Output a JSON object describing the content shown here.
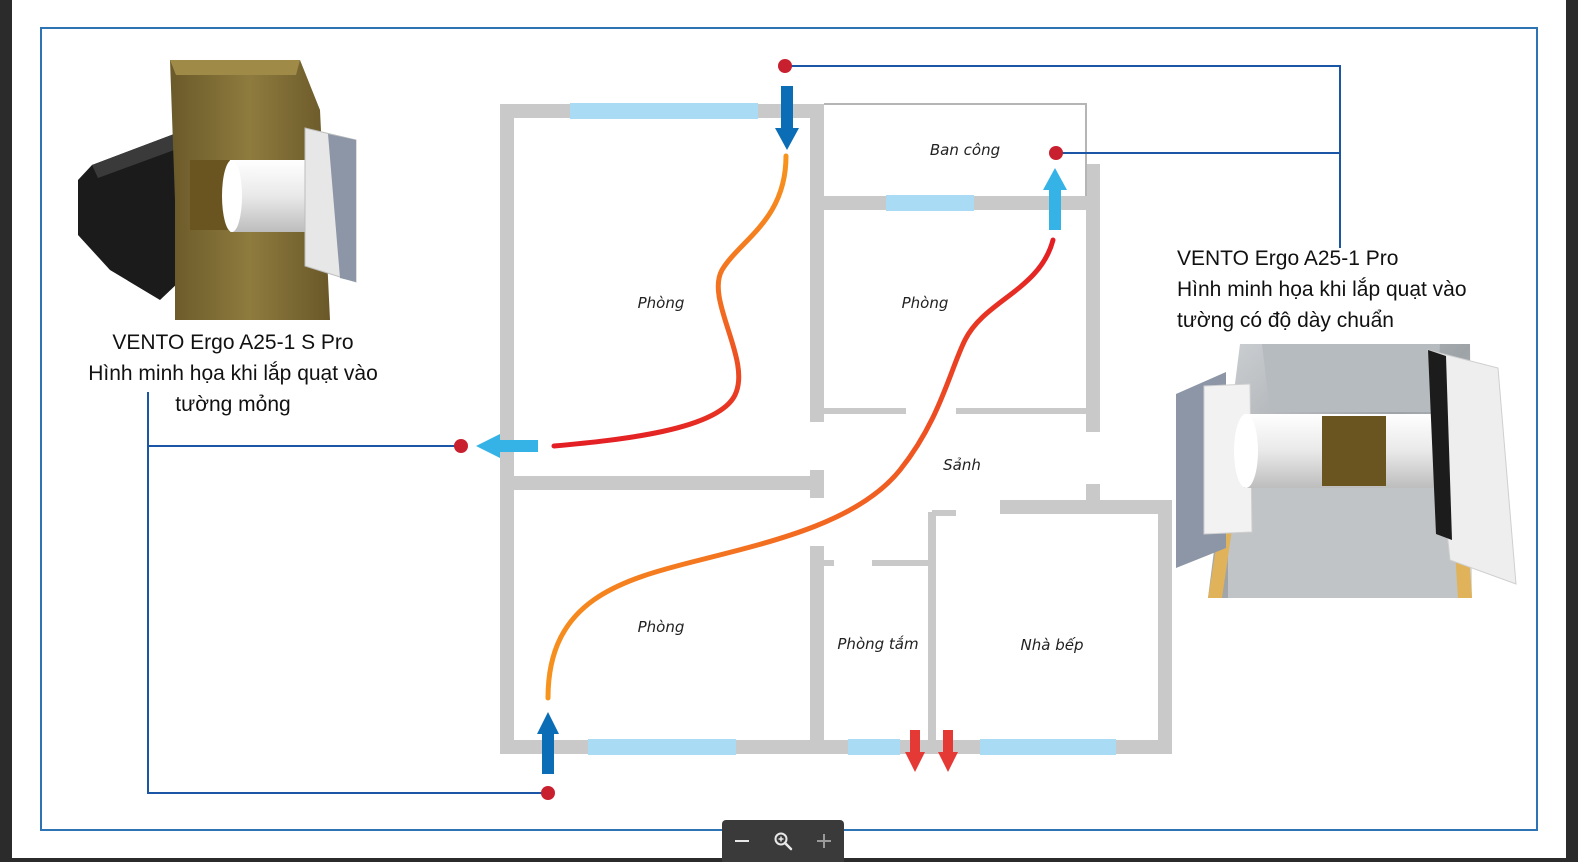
{
  "rooms": {
    "balcony": "Ban công",
    "room_top_left": "Phòng",
    "room_top_right": "Phòng",
    "hall": "Sảnh",
    "room_bottom_left": "Phòng",
    "bathroom": "Phòng tắm",
    "kitchen": "Nhà bếp"
  },
  "left_device": {
    "model": "VENTO Ergo A25-1 S Pro",
    "line1": "Hình minh họa khi lắp quạt vào",
    "line2": "tường mỏng"
  },
  "right_device": {
    "model": "VENTO Ergo A25-1 Pro",
    "line1": "Hình minh họa khi lắp quạt vào",
    "line2": "tường có độ dày chuẩn"
  },
  "colors": {
    "wall": "#c9c9c9",
    "window": "#a9dcf4",
    "leader": "#1b56a6",
    "dot": "#c8202e",
    "supply_arrow": "#0a6db5",
    "exhaust_arrow": "#35b3e6",
    "extract_arrow": "#e53935",
    "airflow_warm": "#f7941d",
    "airflow_hot": "#e31e24"
  },
  "zoom_controls": {
    "zoom_out": "zoom-out-icon",
    "zoom": "magnifier-icon",
    "zoom_in": "zoom-in-icon"
  }
}
